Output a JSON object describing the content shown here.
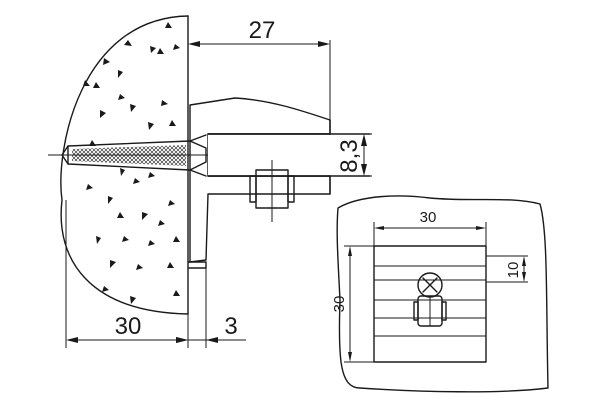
{
  "dimensions": {
    "main_width": "27",
    "hole_diameter": "8,3",
    "base_width": "30",
    "gap": "3",
    "inset_width": "30",
    "inset_height": "30",
    "inset_slot": "10"
  }
}
